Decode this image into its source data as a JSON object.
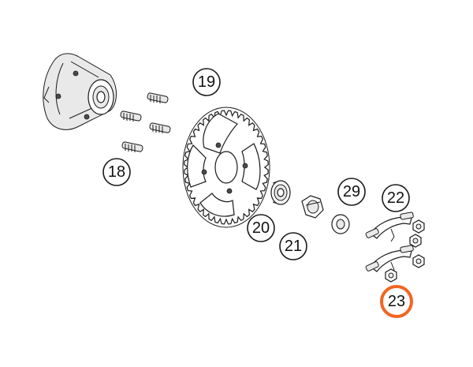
{
  "diagram": {
    "highlight_color": "#f26522",
    "line_color": "#1a1a1a",
    "callouts": [
      {
        "id": "18",
        "label": "18",
        "highlighted": false
      },
      {
        "id": "19",
        "label": "19",
        "highlighted": false
      },
      {
        "id": "20",
        "label": "20",
        "highlighted": false
      },
      {
        "id": "21",
        "label": "21",
        "highlighted": false
      },
      {
        "id": "22",
        "label": "22",
        "highlighted": false
      },
      {
        "id": "23",
        "label": "23",
        "highlighted": true
      },
      {
        "id": "29",
        "label": "29",
        "highlighted": false
      }
    ]
  }
}
